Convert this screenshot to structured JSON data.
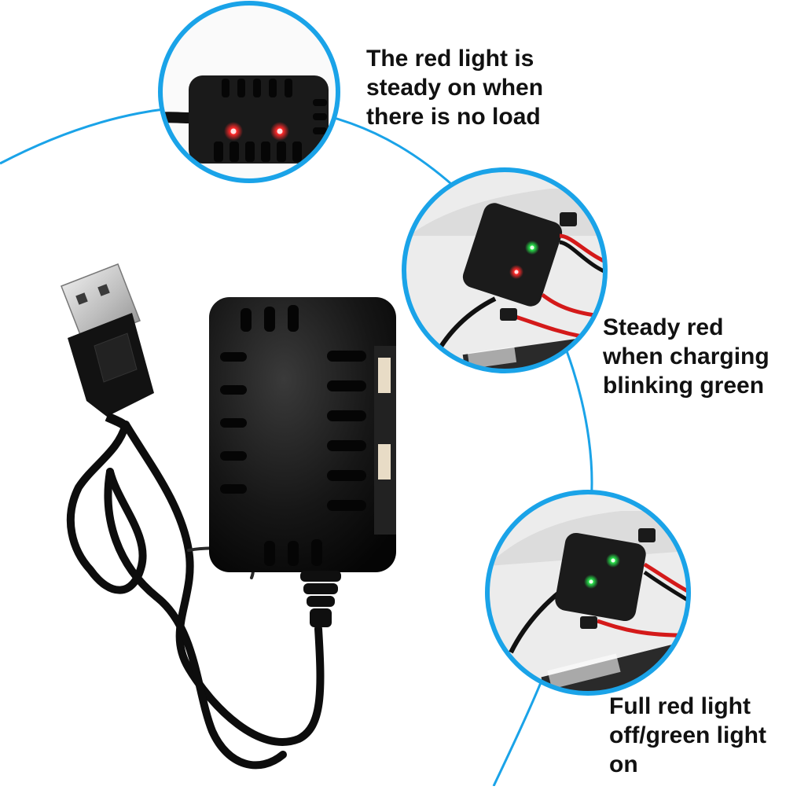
{
  "captions": [
    {
      "text": "The red light is\nsteady on when\nthere is no load"
    },
    {
      "text": "Steady red\nwhen charging\nblinking green"
    },
    {
      "text": "Full red light\noff/green light\non"
    }
  ],
  "colors": {
    "accent_ring": "#1aa3e8",
    "charger_body": "#151515",
    "led_red": "#ff2a2a",
    "led_green": "#27e04a",
    "wire_red": "#d41a1a"
  },
  "icons": [
    "usb-plug-icon",
    "charger-icon",
    "led-indicator-icon"
  ]
}
